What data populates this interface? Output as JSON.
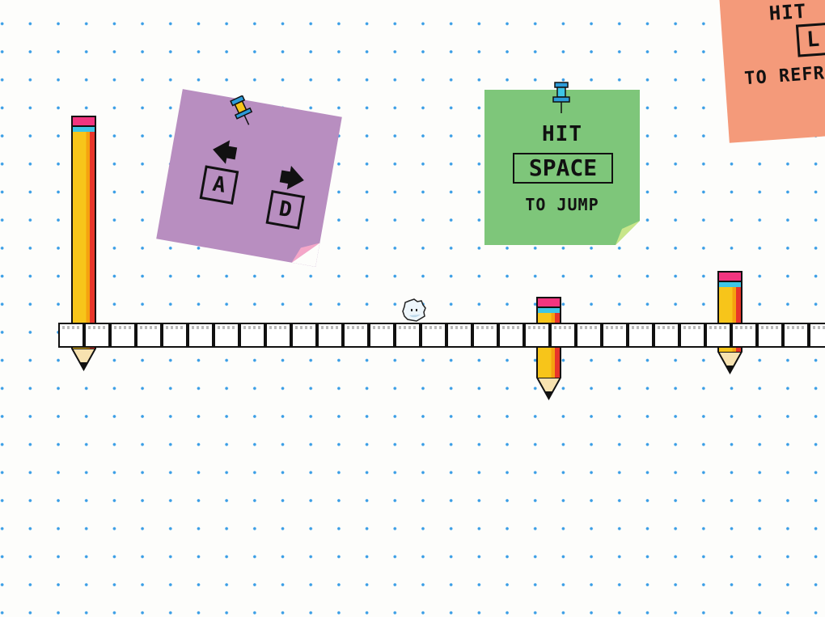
{
  "notes": {
    "purple": {
      "left_arrow": "🡄",
      "right_arrow": "🡆",
      "key_left": "A",
      "key_right": "D",
      "color": "#b88ec0",
      "curl": "#f4a6c8"
    },
    "green": {
      "line1": "HIT",
      "key": "SPACE",
      "line3": "TO JUMP",
      "color": "#7ec67a",
      "curl": "#c8e68a"
    },
    "orange": {
      "line1": "HIT",
      "key": "L",
      "line3": "TO REFR",
      "color": "#f49a7a"
    }
  },
  "colors": {
    "dots": "#3a9ee6",
    "pin": "#2c9bd8",
    "pencil_yellow": "#f7c51a",
    "pencil_pink": "#f2357f"
  },
  "player": {
    "name": "snowball-player"
  }
}
